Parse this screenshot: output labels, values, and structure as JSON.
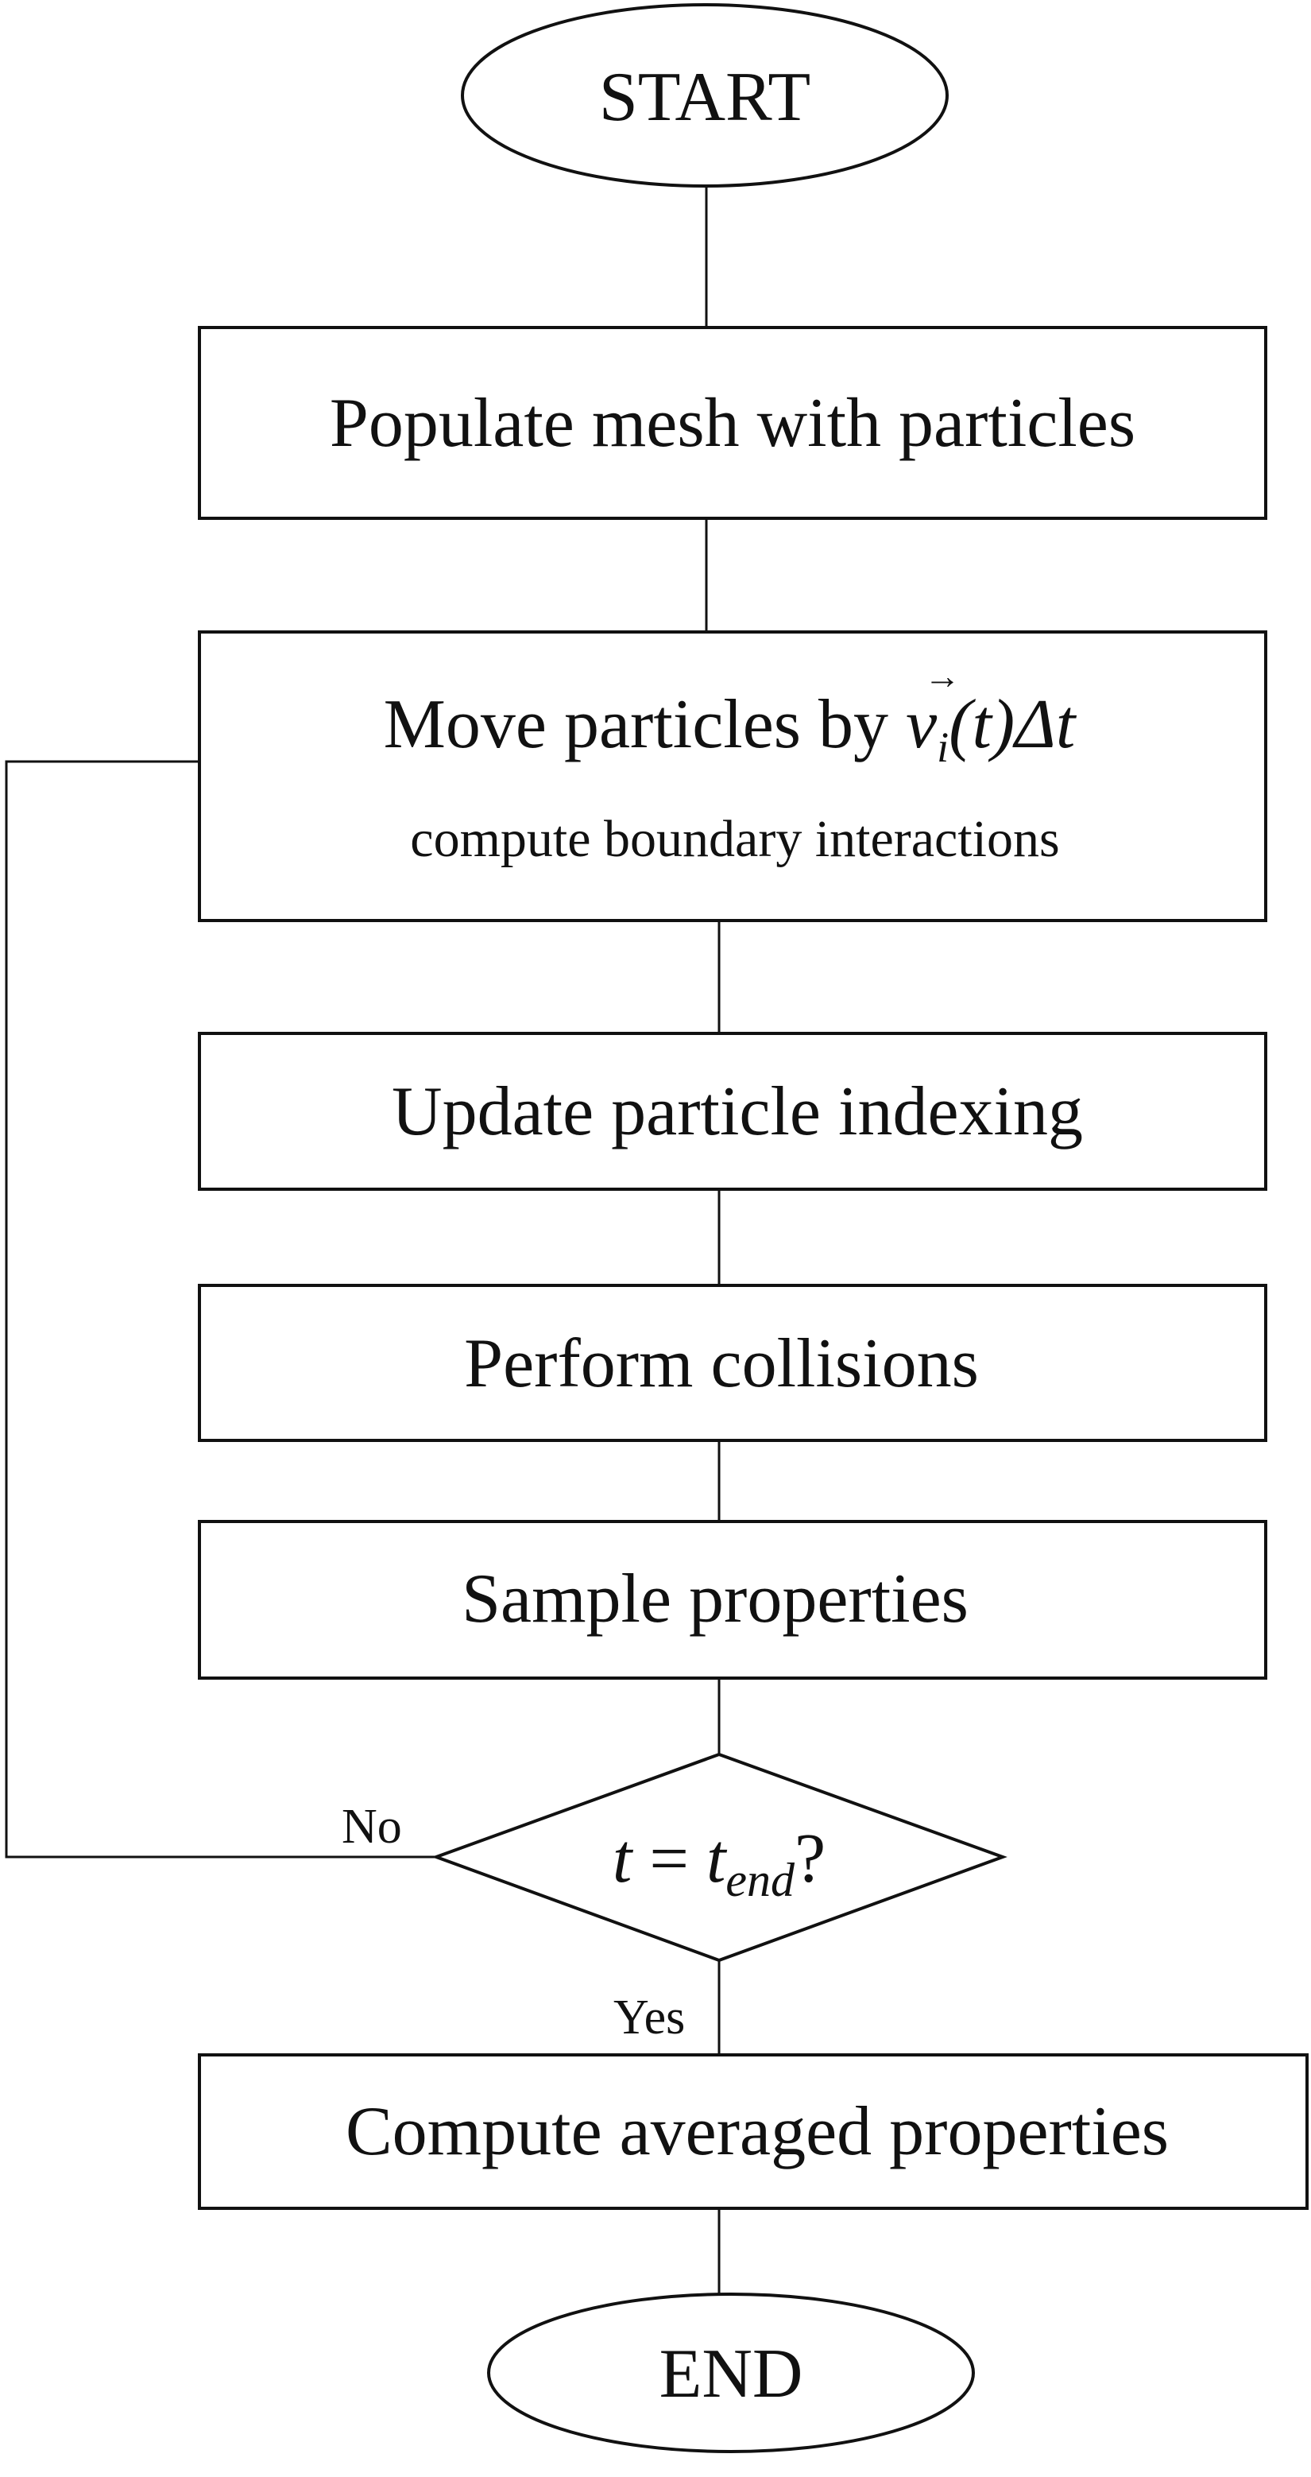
{
  "nodes": {
    "start": "START",
    "populate": "Populate mesh with particles",
    "move": {
      "prefix": "Move particles by ",
      "vec": "v",
      "vec_sub": "i",
      "time": "(t)",
      "delta": "Δt",
      "line2": "compute boundary interactions"
    },
    "update": "Update particle indexing",
    "collide": "Perform collisions",
    "sample": "Sample properties",
    "decision": {
      "lhs": "t",
      "eq": " = ",
      "rhs": "t",
      "rhs_sub": "end",
      "q": "?"
    },
    "averaged": "Compute averaged properties",
    "end": "END"
  },
  "branches": {
    "no": "No",
    "yes": "Yes"
  }
}
